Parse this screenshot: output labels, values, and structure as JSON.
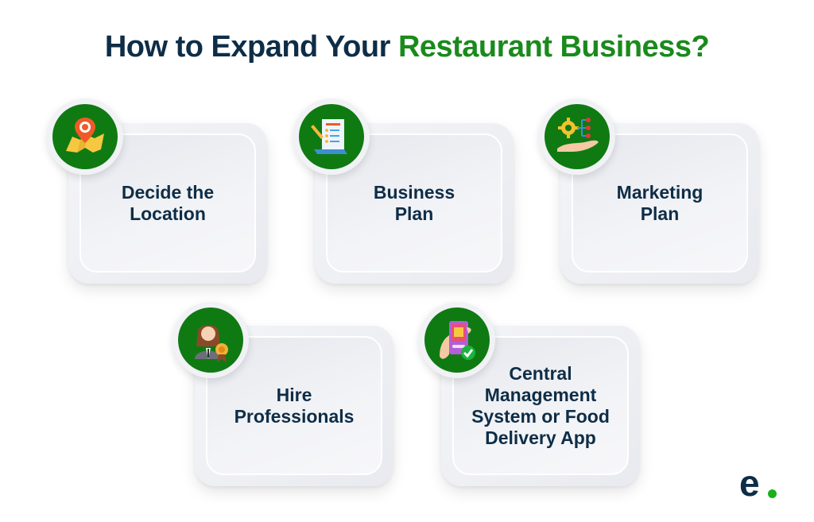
{
  "title": {
    "part1": "How to Expand Your ",
    "part2": "Restaurant Business?",
    "colors": {
      "primary": "#0e2d47",
      "accent": "#1a8a1c"
    }
  },
  "cards": [
    {
      "label_lines": [
        "Decide the",
        "Location"
      ],
      "icon": "map-pin-icon"
    },
    {
      "label_lines": [
        "Business",
        "Plan"
      ],
      "icon": "document-checklist-icon"
    },
    {
      "label_lines": [
        "Marketing",
        "Plan"
      ],
      "icon": "gear-hand-icon"
    },
    {
      "label_lines": [
        "Hire",
        "Professionals"
      ],
      "icon": "professional-badge-icon"
    },
    {
      "label_lines": [
        "Central",
        "Management",
        "System or Food",
        "Delivery App"
      ],
      "icon": "phone-food-app-icon"
    }
  ],
  "icon_badge_color": "#0f7a12",
  "logo": {
    "letter": "e",
    "dot_color": "#1ab01c"
  }
}
